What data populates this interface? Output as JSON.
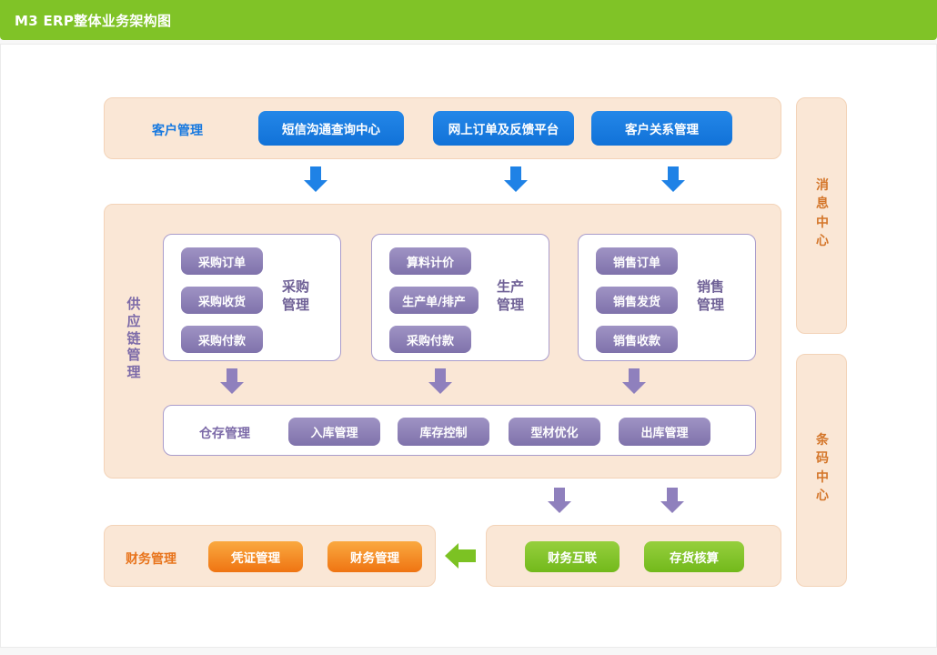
{
  "header": {
    "title": "M3 ERP整体业务架构图",
    "bar_color": "#80c327"
  },
  "colors": {
    "panel_bg": "#fae7d6",
    "panel_border": "#f3d3b8",
    "blue": "#1779e0",
    "purple": "#7f72ab",
    "orange": "#ef7412",
    "green": "#72b91b",
    "rail_text": "#d4762a"
  },
  "customer_row": {
    "label": "客户管理",
    "buttons": [
      {
        "label": "短信沟通查询中心"
      },
      {
        "label": "网上订单及反馈平台"
      },
      {
        "label": "客户关系管理"
      }
    ]
  },
  "supply_chain": {
    "label": "供应链管理",
    "cards": [
      {
        "title": "采购管理",
        "title_lines": [
          "采购",
          "管理"
        ],
        "items": [
          "采购订单",
          "采购收货",
          "采购付款"
        ]
      },
      {
        "title": "生产管理",
        "title_lines": [
          "生产",
          "管理"
        ],
        "items": [
          "算料计价",
          "生产单/排产",
          "采购付款"
        ]
      },
      {
        "title": "销售管理",
        "title_lines": [
          "销售",
          "管理"
        ],
        "items": [
          "销售订单",
          "销售发货",
          "销售收款"
        ]
      }
    ],
    "warehouse": {
      "label": "仓存管理",
      "items": [
        "入库管理",
        "库存控制",
        "型材优化",
        "出库管理"
      ]
    }
  },
  "finance_row": {
    "label": "财务管理",
    "buttons": [
      {
        "label": "凭证管理"
      },
      {
        "label": "财务管理"
      }
    ]
  },
  "green_row": {
    "buttons": [
      {
        "label": "财务互联"
      },
      {
        "label": "存货核算"
      }
    ]
  },
  "right_rail": {
    "panels": [
      {
        "label": "消息中心",
        "chars": [
          "消",
          "息",
          "中",
          "心"
        ]
      },
      {
        "label": "条码中心",
        "chars": [
          "条",
          "码",
          "中",
          "心"
        ]
      }
    ]
  },
  "arrows": {
    "blue_down": "arrow-down-blue",
    "purple_down": "arrow-down-purple",
    "green_left": "arrow-left-green"
  }
}
